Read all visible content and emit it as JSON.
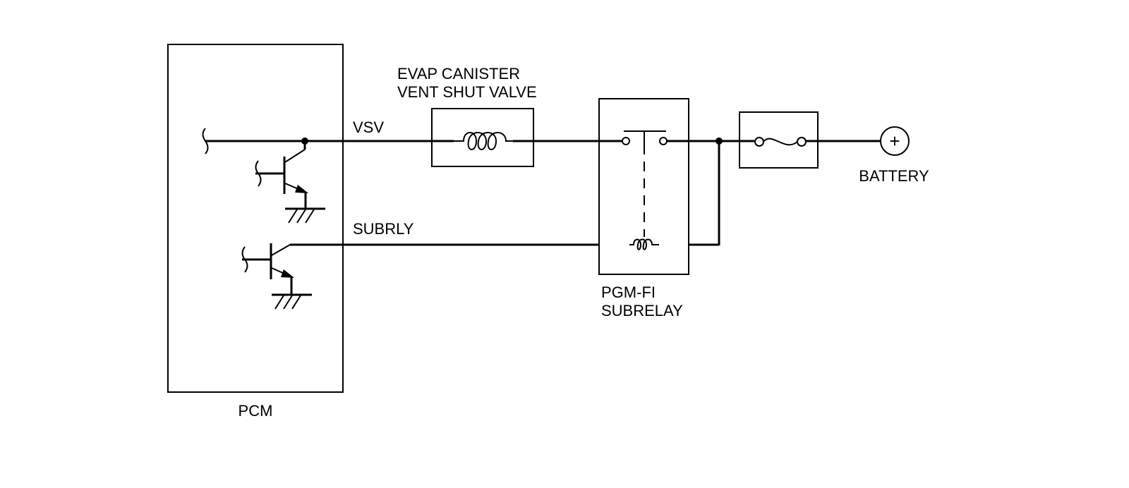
{
  "labels": {
    "vsv": "VSV",
    "subrly": "SUBRLY",
    "pcm": "PCM",
    "evap_line1": "EVAP CANISTER",
    "evap_line2": "VENT SHUT VALVE",
    "subrelay_line1": "PGM-FI",
    "subrelay_line2": "SUBRELAY",
    "battery": "BATTERY",
    "battery_symbol": "+"
  }
}
